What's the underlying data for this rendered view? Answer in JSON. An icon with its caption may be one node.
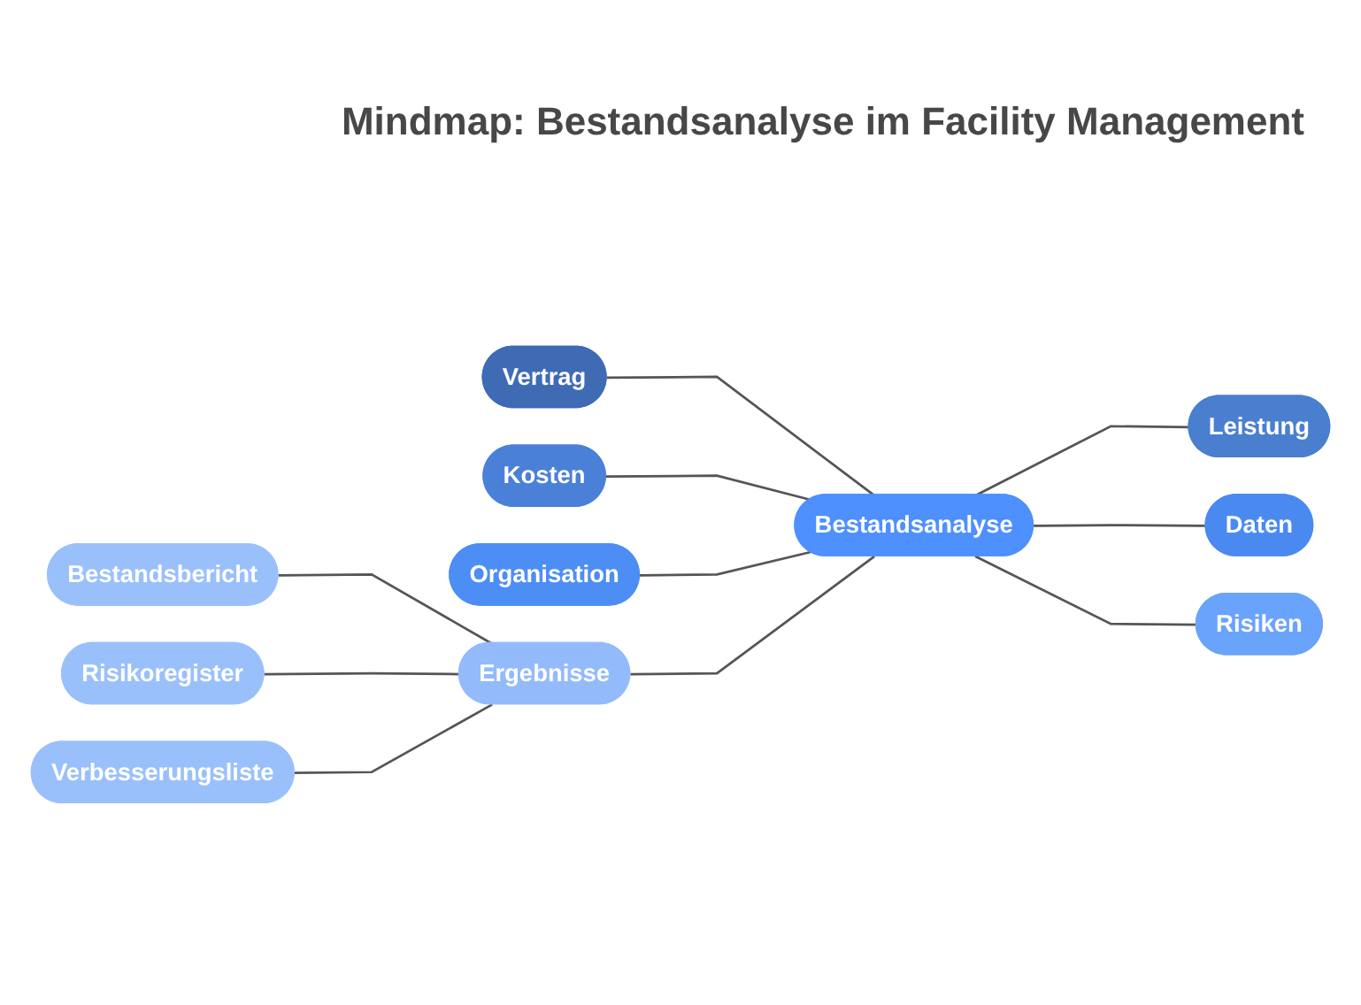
{
  "diagram": {
    "title": "Mindmap: Bestandsanalyse im Facility Management",
    "nodes": [
      {
        "text": [
          "Bestandsanalyse"
        ]
      },
      {
        "text": [
          "Vertrag"
        ]
      },
      {
        "text": [
          "Kosten"
        ]
      },
      {
        "text": [
          "Organisation"
        ]
      },
      {
        "text": [
          "Ergebnisse"
        ]
      },
      {
        "text": [
          "Leistung"
        ]
      },
      {
        "text": [
          "Daten"
        ]
      },
      {
        "text": [
          "Risiken"
        ]
      },
      {
        "text": [
          "Bestandsbericht"
        ]
      },
      {
        "text": [
          "Risikoregister"
        ]
      },
      {
        "text": [
          "Verbesserungsliste"
        ]
      }
    ],
    "edges": [
      {
        "from": 1,
        "to": 0,
        "arrow": "none"
      },
      {
        "from": 2,
        "to": 0,
        "arrow": "none"
      },
      {
        "from": 3,
        "to": 0,
        "arrow": "none"
      },
      {
        "from": 4,
        "to": 0,
        "arrow": "none"
      },
      {
        "from": 0,
        "to": 5,
        "arrow": "none"
      },
      {
        "from": 0,
        "to": 6,
        "arrow": "none"
      },
      {
        "from": 0,
        "to": 7,
        "arrow": "none"
      },
      {
        "from": 8,
        "to": 4,
        "arrow": "none"
      },
      {
        "from": 9,
        "to": 4,
        "arrow": "none"
      },
      {
        "from": 10,
        "to": 4,
        "arrow": "none"
      }
    ]
  }
}
